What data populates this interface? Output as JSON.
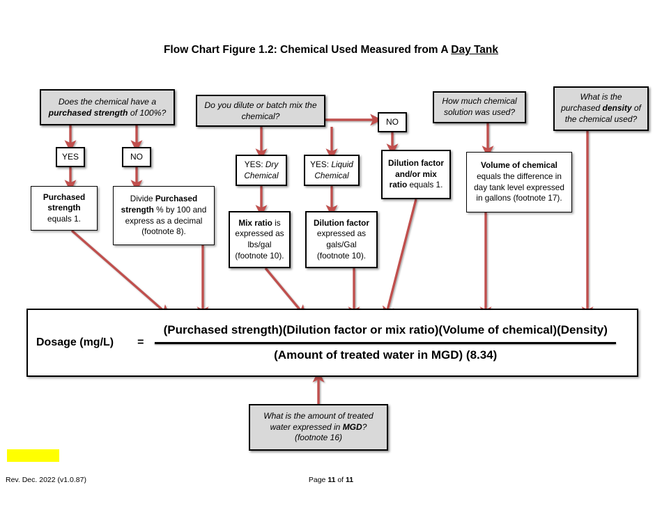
{
  "page": {
    "title_plain": "Flow Chart Figure 1.2: Chemical Used Measured from A Day Tank",
    "title_main": "Flow Chart Figure 1.2: Chemical Used Measured from A ",
    "title_underlined": "Day Tank",
    "accent_arrow_color": "#c0504d",
    "gray_fill": "#d9d9d9",
    "highlight_color": "#ffff00"
  },
  "nodes": {
    "q_strength": {
      "line1": "Does the chemical have a",
      "line2_bold": "purchased strength",
      "line2_rest": " of 100%?"
    },
    "yes_strength": {
      "label": "YES"
    },
    "no_strength": {
      "label": "NO"
    },
    "purchased_strength_eq1": {
      "line1_bold": "Purchased",
      "line2_bold": "strength",
      "line3": "equals 1."
    },
    "divide_strength": {
      "seg1": "Divide ",
      "seg2_bold": "Purchased strength",
      "seg3": " % by 100 and express as a decimal (footnote 8)."
    },
    "q_dilute": {
      "line1": "Do you dilute or batch mix the",
      "line2": "chemical?"
    },
    "no_dilute": {
      "label": "NO"
    },
    "yes_dry": {
      "prefix": "YES: ",
      "italic": "Dry Chemical"
    },
    "yes_liquid": {
      "prefix": "YES: ",
      "italic": "Liquid Chemical"
    },
    "mix_ratio": {
      "seg1_bold": "Mix ratio",
      "seg2": " is expressed as lbs/gal (footnote 10)."
    },
    "dilution_factor": {
      "seg1_bold": "Dilution factor",
      "seg2": " expressed as gals/Gal (footnote 10)."
    },
    "dilution_eq1": {
      "seg1_bold": "Dilution factor and/or mix ratio",
      "seg2": " equals 1."
    },
    "q_solution_used": {
      "line1": "How much chemical",
      "line2": "solution was used?"
    },
    "volume_chemical": {
      "seg1_bold": "Volume of chemical",
      "seg2": " equals the difference in day tank level expressed in gallons (footnote 17)."
    },
    "q_density": {
      "line1": "What is the",
      "line2_pre": "purchased ",
      "line2_bold": "density",
      "line2_post": " of",
      "line3": "the chemical used?"
    },
    "q_treated_water": {
      "line1": "What is the amount of treated",
      "line2_pre": "water expressed in ",
      "line2_bold": "MGD",
      "line2_post": "?",
      "line3": "(footnote 16)"
    }
  },
  "formula": {
    "lhs": "Dosage (mg/L)",
    "equals": "=",
    "numerator": "(Purchased strength)(Dilution factor or mix ratio)(Volume of chemical)(Density)",
    "denominator": "(Amount of treated water in MGD) (8.34)"
  },
  "footer": {
    "revision": "Rev. Dec. 2022 (v1.0.87)",
    "page_word": "Page ",
    "page_number": "11",
    "of_word": " of ",
    "page_total": "11"
  }
}
